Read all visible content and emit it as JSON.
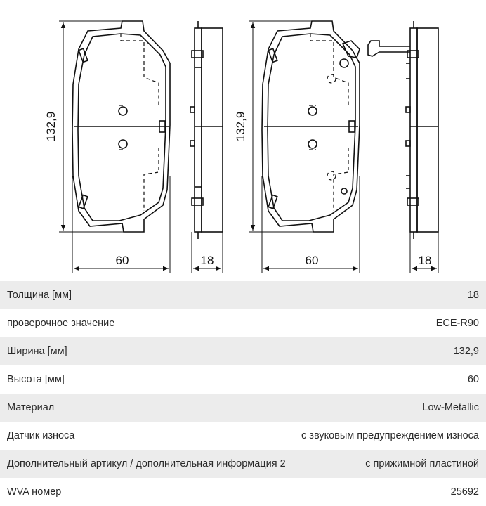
{
  "dimensions": {
    "height_left": "132,9",
    "width_left": "60",
    "thickness_left": "18",
    "height_right": "132,9",
    "width_right": "60",
    "thickness_right": "18"
  },
  "specs": [
    {
      "label": "Толщина [мм]",
      "value": "18"
    },
    {
      "label": "проверочное значение",
      "value": "ECE-R90"
    },
    {
      "label": "Ширина [мм]",
      "value": "132,9"
    },
    {
      "label": "Высота [мм]",
      "value": "60"
    },
    {
      "label": "Материал",
      "value": "Low-Metallic"
    },
    {
      "label": "Датчик износа",
      "value": "с звуковым предупреждением износа"
    },
    {
      "label": "Дополнительный артикул / дополнительная информация 2",
      "value": "с прижимной пластиной"
    },
    {
      "label": "WVA номер",
      "value": "25692"
    }
  ]
}
